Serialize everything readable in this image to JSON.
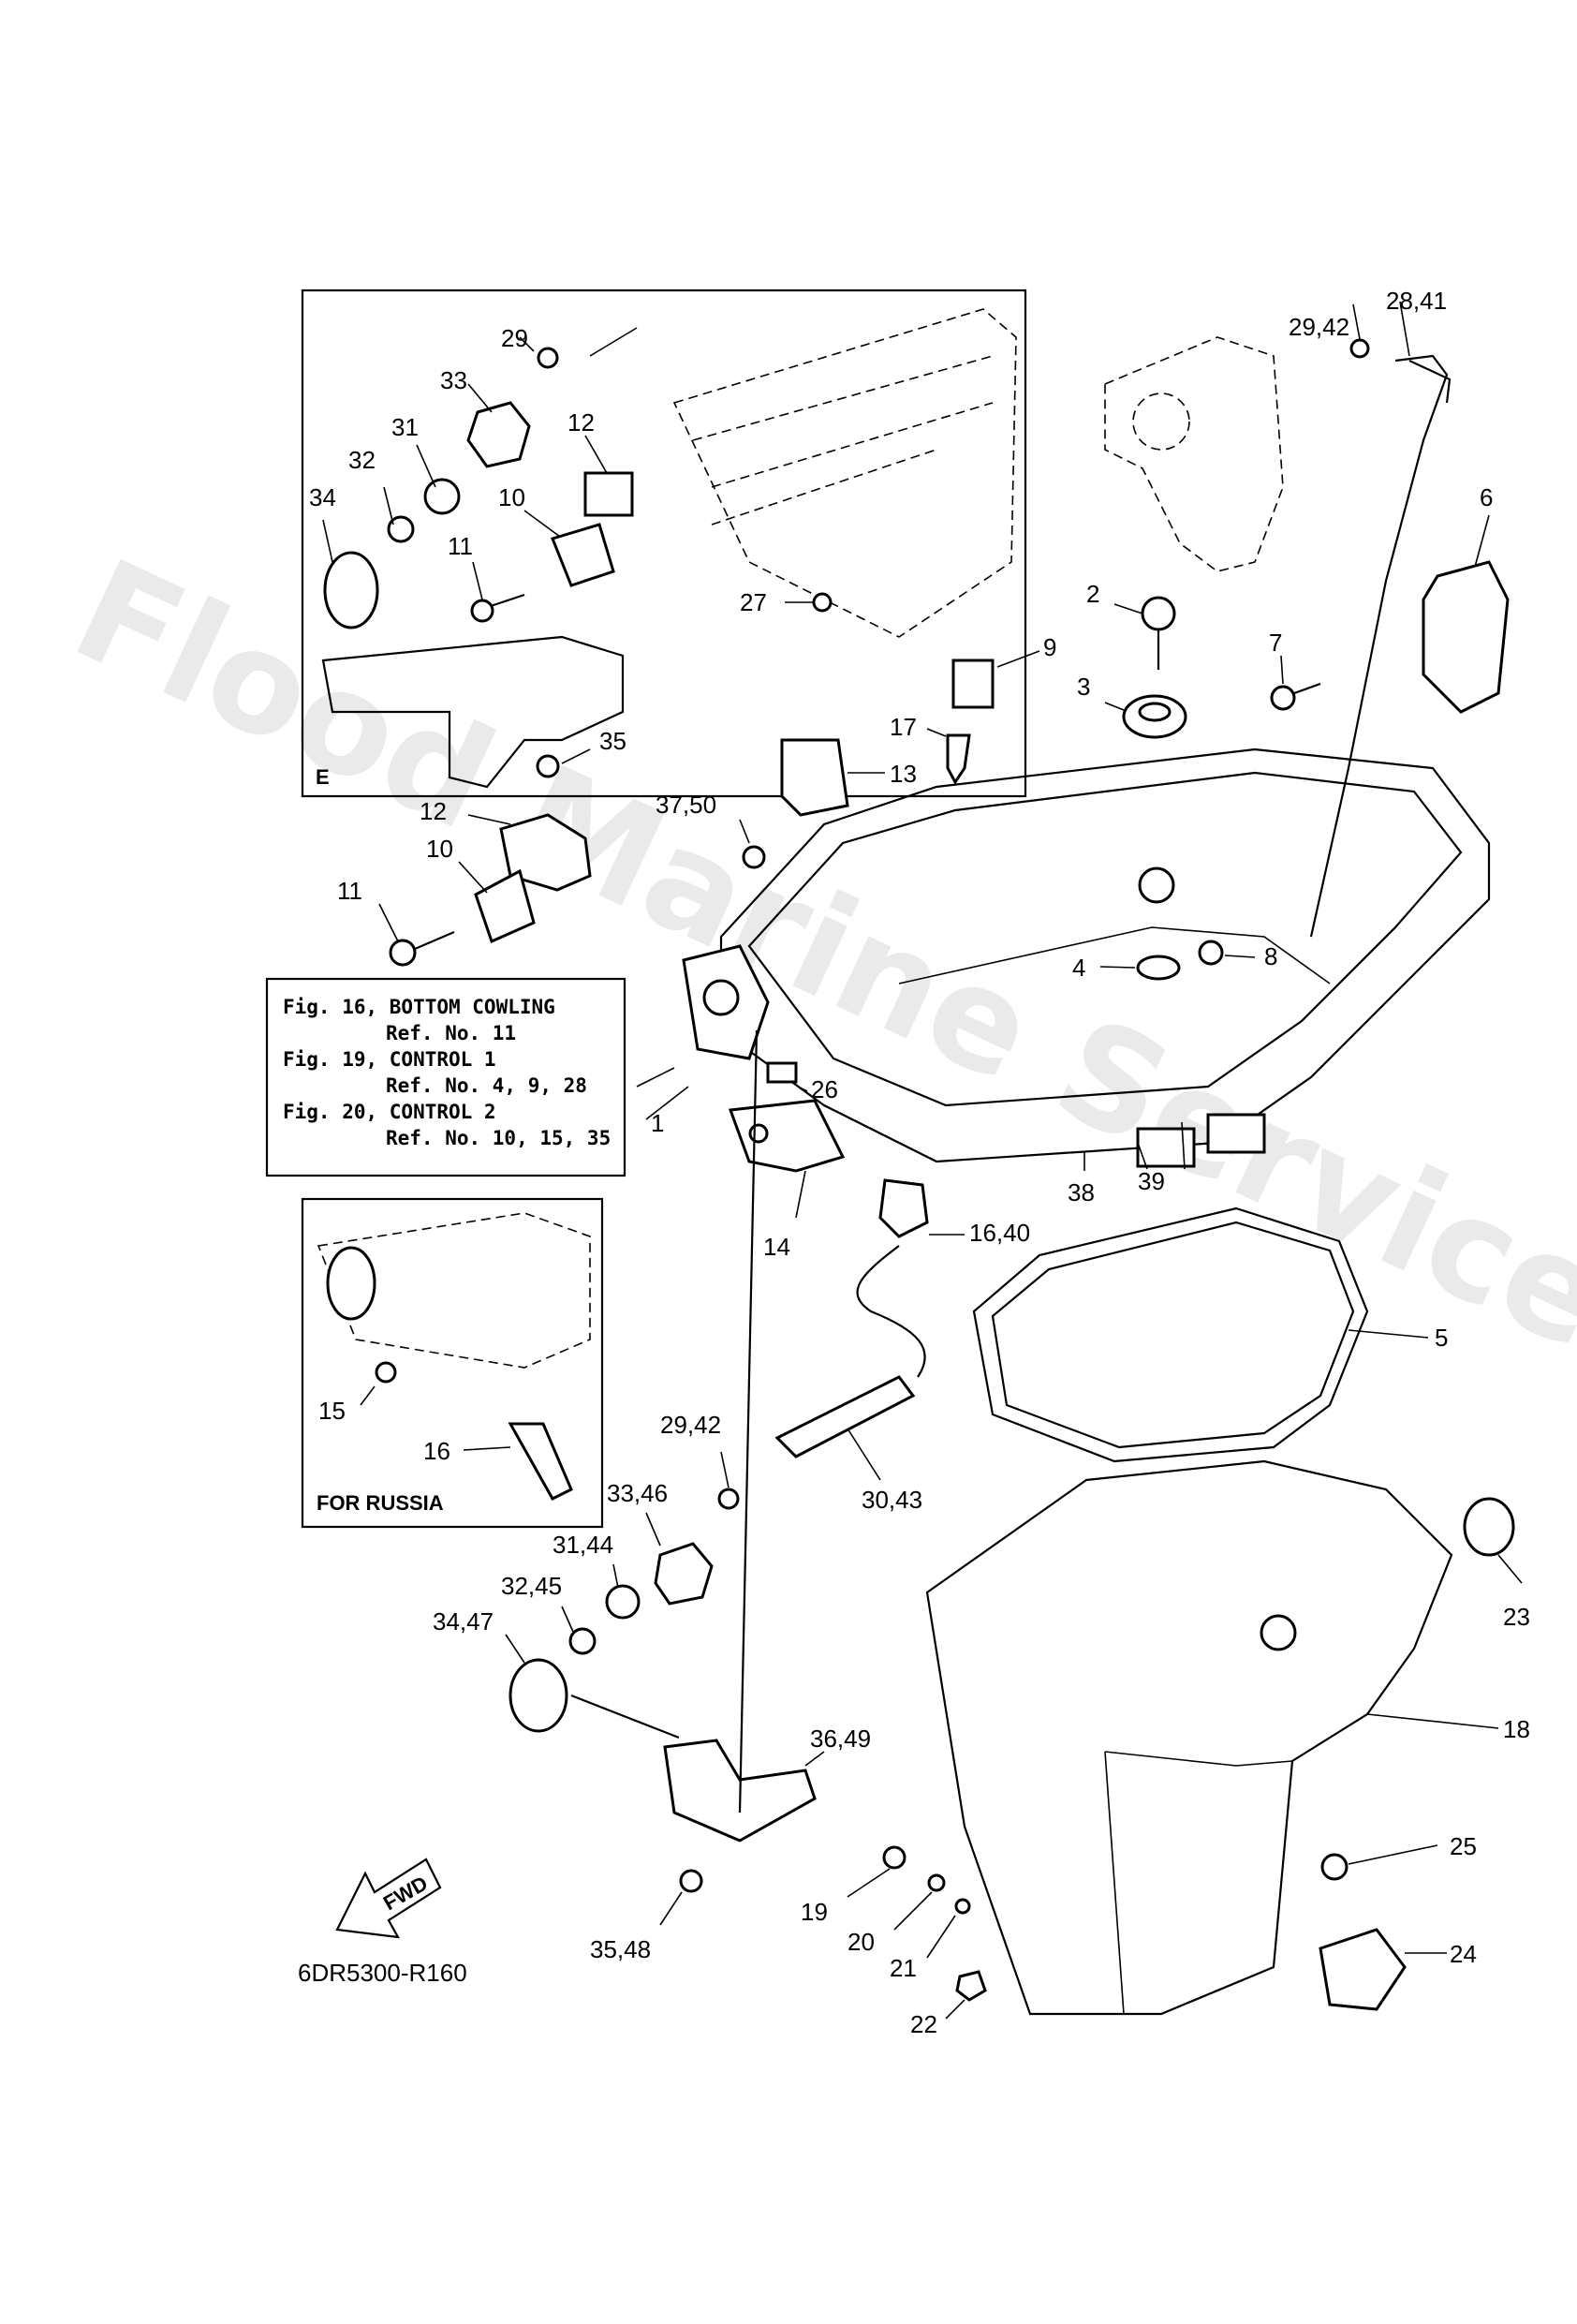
{
  "watermark": "Flood Marine Services",
  "diagram_code": "6DR5300-R160",
  "inset_e_label": "E",
  "inset_russia_label": "FOR RUSSIA",
  "fwd_label": "FWD",
  "note_lines": [
    "Fig. 16, BOTTOM COWLING",
    "Ref. No. 11",
    "Fig. 19, CONTROL 1",
    "Ref. No. 4, 9, 28",
    "Fig. 20, CONTROL 2",
    "Ref. No. 10, 15, 35"
  ],
  "callouts": {
    "c1": "1",
    "c2": "2",
    "c3": "3",
    "c4": "4",
    "c5": "5",
    "c6": "6",
    "c7": "7",
    "c8": "8",
    "c9": "9",
    "c10a": "10",
    "c10b": "10",
    "c11a": "11",
    "c11b": "11",
    "c12a": "12",
    "c12b": "12",
    "c13": "13",
    "c14": "14",
    "c15": "15",
    "c16": "16",
    "c16_40": "16,40",
    "c17": "17",
    "c18": "18",
    "c19": "19",
    "c20": "20",
    "c21": "21",
    "c22": "22",
    "c23": "23",
    "c24": "24",
    "c25": "25",
    "c26": "26",
    "c27": "27",
    "c28_41": "28,41",
    "c29": "29",
    "c29_42a": "29,42",
    "c29_42b": "29,42",
    "c30_43": "30,43",
    "c31": "31",
    "c31_44": "31,44",
    "c32": "32",
    "c32_45": "32,45",
    "c33": "33",
    "c33_46": "33,46",
    "c34": "34",
    "c34_47": "34,47",
    "c35": "35",
    "c35_48": "35,48",
    "c36_49": "36,49",
    "c37_50": "37,50",
    "c38": "38",
    "c39": "39"
  }
}
